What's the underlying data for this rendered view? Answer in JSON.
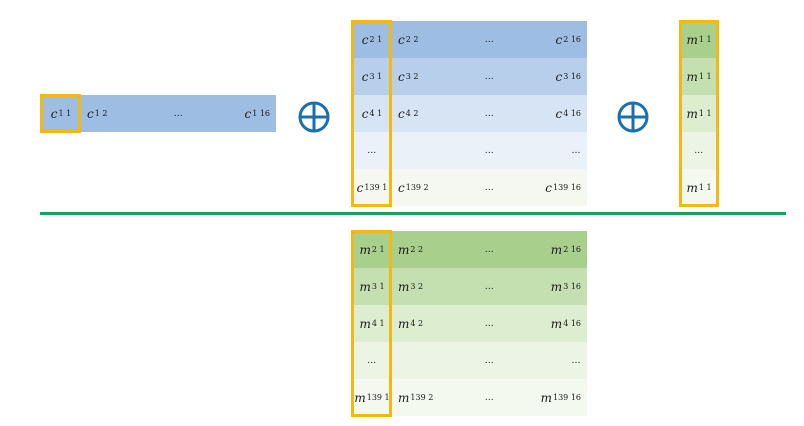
{
  "top_row": [
    {
      "var": "c",
      "sub": "1 1"
    },
    {
      "var": "c",
      "sub": "1 2"
    },
    {
      "dots": "…"
    },
    {
      "var": "c",
      "sub": "1 16"
    }
  ],
  "operator_1": "⊕",
  "operator_2": "⊕",
  "c_matrix": [
    [
      {
        "var": "c",
        "sub": "2 1"
      },
      {
        "var": "c",
        "sub": "2 2"
      },
      {
        "dots": "…"
      },
      {
        "var": "c",
        "sub": "2 16"
      }
    ],
    [
      {
        "var": "c",
        "sub": "3 1"
      },
      {
        "var": "c",
        "sub": "3 2"
      },
      {
        "dots": "…"
      },
      {
        "var": "c",
        "sub": "3 16"
      }
    ],
    [
      {
        "var": "c",
        "sub": "4 1"
      },
      {
        "var": "c",
        "sub": "4 2"
      },
      {
        "dots": "…"
      },
      {
        "var": "c",
        "sub": "4 16"
      }
    ],
    [
      {
        "dots": "…"
      },
      {
        "dots": ""
      },
      {
        "dots": "…"
      },
      {
        "dots": "…"
      }
    ],
    [
      {
        "var": "c",
        "sub": "139 1"
      },
      {
        "var": "c",
        "sub": "139 2"
      },
      {
        "dots": "…"
      },
      {
        "var": "c",
        "sub": "139 16"
      }
    ]
  ],
  "m_column": [
    {
      "var": "m",
      "sub": "1 1"
    },
    {
      "var": "m",
      "sub": "1 1"
    },
    {
      "var": "m",
      "sub": "1 1"
    },
    {
      "dots": "…"
    },
    {
      "var": "m",
      "sub": "1 1"
    }
  ],
  "m_matrix": [
    [
      {
        "var": "m",
        "sub": "2 1"
      },
      {
        "var": "m",
        "sub": "2 2"
      },
      {
        "dots": "…"
      },
      {
        "var": "m",
        "sub": "2 16"
      }
    ],
    [
      {
        "var": "m",
        "sub": "3 1"
      },
      {
        "var": "m",
        "sub": "3 2"
      },
      {
        "dots": "…"
      },
      {
        "var": "m",
        "sub": "3 16"
      }
    ],
    [
      {
        "var": "m",
        "sub": "4 1"
      },
      {
        "var": "m",
        "sub": "4 2"
      },
      {
        "dots": "…"
      },
      {
        "var": "m",
        "sub": "4 16"
      }
    ],
    [
      {
        "dots": "…"
      },
      {
        "dots": ""
      },
      {
        "dots": "…"
      },
      {
        "dots": "…"
      }
    ],
    [
      {
        "var": "m",
        "sub": "139 1"
      },
      {
        "var": "m",
        "sub": "139 2"
      },
      {
        "dots": "…"
      },
      {
        "var": "m",
        "sub": "139 16"
      }
    ]
  ],
  "colors": {
    "highlight_border": "#f5b813",
    "divider": "#16a35a",
    "operator": "#1a6fb3",
    "c_row_shades": [
      "#9dbde3",
      "#b7cfeb",
      "#d6e4f4",
      "#eaf1f9",
      "#f4f8f0"
    ],
    "m_row_shades": [
      "#a9cf8c",
      "#c5e0b0",
      "#dcedd0",
      "#ecf5e5",
      "#f4f9f0"
    ],
    "top_row_color": "#9dbde3"
  }
}
